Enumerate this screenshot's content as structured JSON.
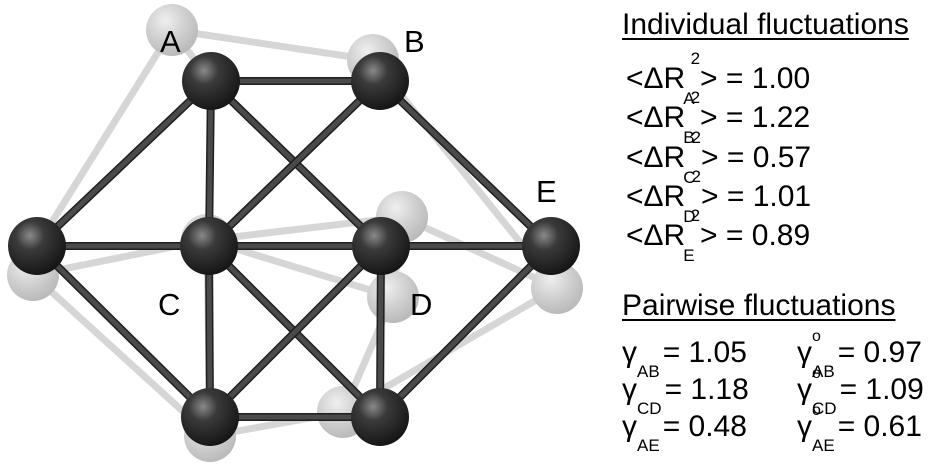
{
  "nodes": [
    {
      "id": "A",
      "label": "A"
    },
    {
      "id": "B",
      "label": "B"
    },
    {
      "id": "C",
      "label": "C"
    },
    {
      "id": "D",
      "label": "D"
    },
    {
      "id": "E",
      "label": "E"
    }
  ],
  "colors": {
    "atom": "#2b2b2b",
    "bond": "#4a4a4a",
    "ghost_atom": "#cfcfcf",
    "ghost_bond": "#d6d6d6",
    "text": "#000000"
  },
  "individual": {
    "heading": "Individual fluctuations",
    "open": "<ΔR",
    "exponent": "2",
    "close": ">",
    "rows": [
      {
        "sub": "A",
        "value": "= 1.00"
      },
      {
        "sub": "B",
        "value": "= 1.22"
      },
      {
        "sub": "C",
        "value": "= 0.57"
      },
      {
        "sub": "D",
        "value": "= 1.01"
      },
      {
        "sub": "E",
        "value": "= 0.89"
      }
    ]
  },
  "pairwise": {
    "heading": "Pairwise fluctuations",
    "symbol": "γ",
    "degree": "o",
    "rows": [
      {
        "sub": "AB",
        "value": "= 1.05",
        "sub2": "AB",
        "value2": "= 0.97"
      },
      {
        "sub": "CD",
        "value": "= 1.18",
        "sub2": "CD",
        "value2": "= 1.09"
      },
      {
        "sub": "AE",
        "value": "= 0.48",
        "sub2": "AE",
        "value2": "= 0.61"
      }
    ]
  }
}
